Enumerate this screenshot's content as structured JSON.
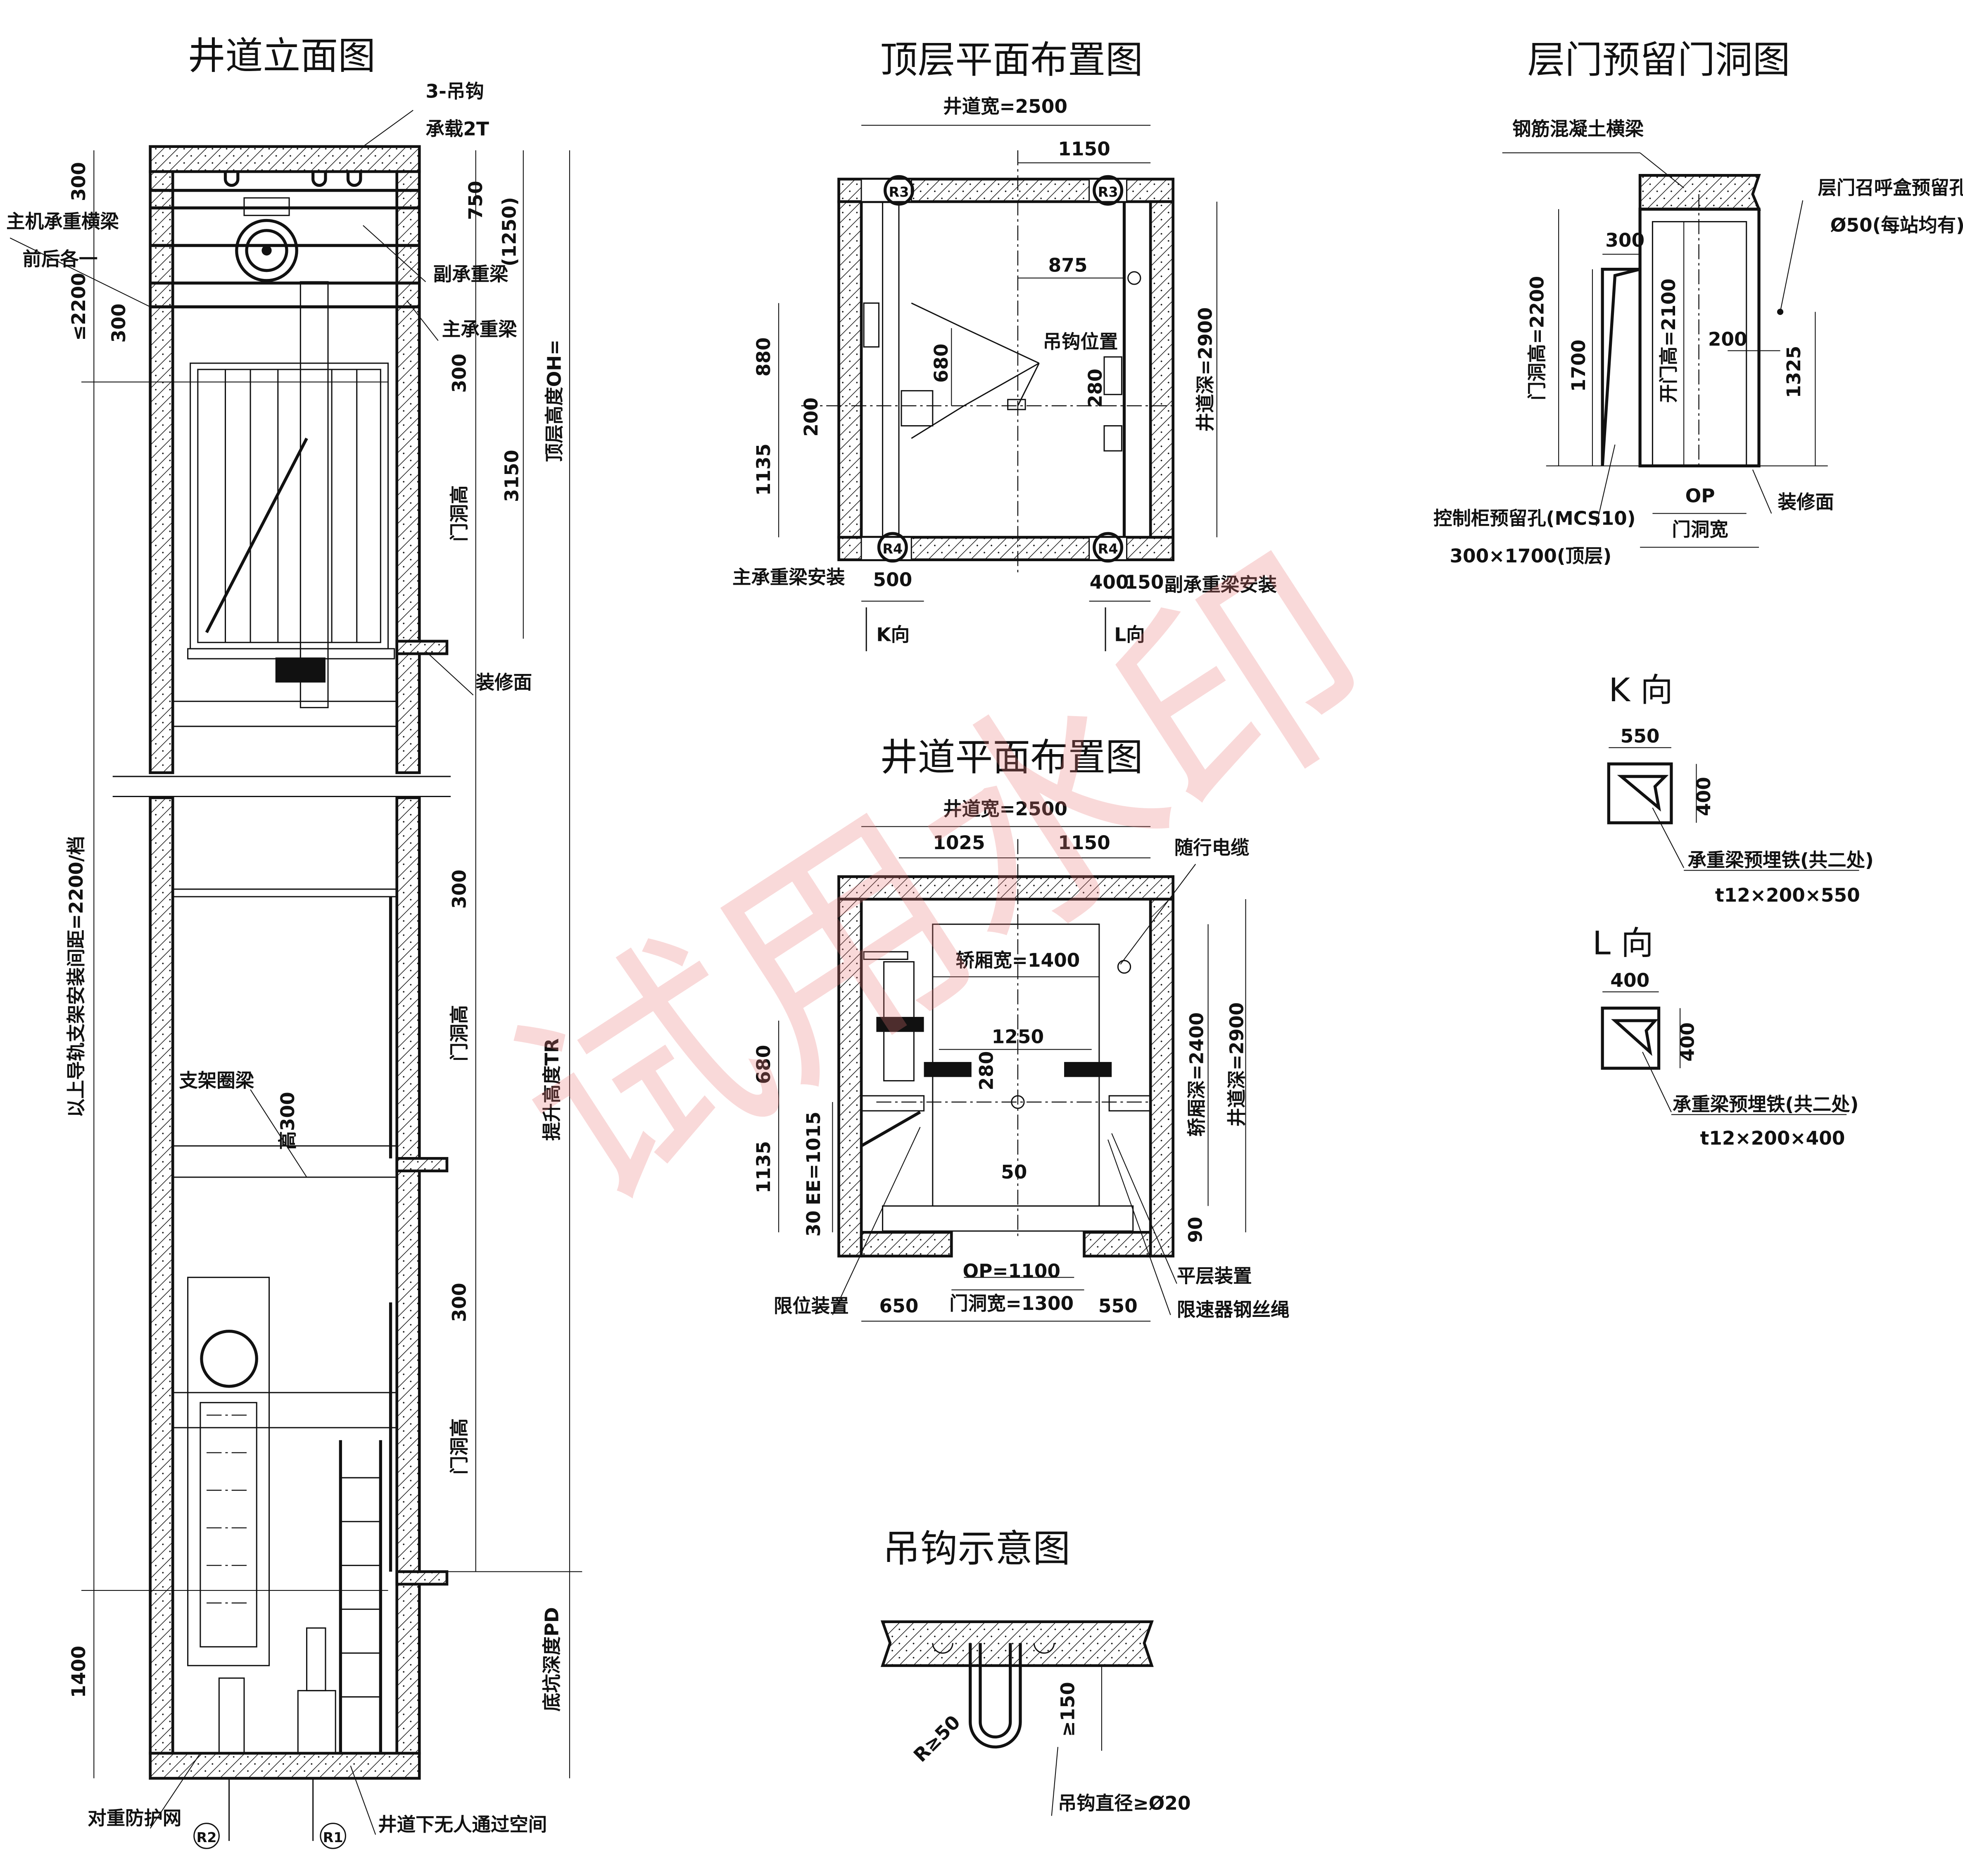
{
  "elevation": {
    "title": "井道立面图",
    "hook_label": "3-吊钩",
    "hook_load": "承载2T",
    "main_beam_label": "主机承重横梁",
    "main_beam_note": "前后各一",
    "dim_300_top": "300",
    "dim_le2200": "≤2200",
    "dim_750": "750",
    "dim_1250": "(1250)",
    "secondary_beam": "副承重梁",
    "primary_beam": "主承重梁",
    "dim_300_a": "300",
    "dim_300_b": "300",
    "door_height_1": "门洞高",
    "dim_3150": "3150",
    "overhead": "顶层高度OH=",
    "finish_face": "装修面",
    "rail_spacing": "以上导轨支架安装间距=2200/档",
    "dim_300_c": "300",
    "door_height_2": "门洞高",
    "ring_beam": "支架圈梁",
    "ring_beam_height": "高300",
    "travel": "提升高度TR",
    "dim_300_d": "300",
    "door_height_3": "门洞高",
    "dim_1400": "1400",
    "pit_depth": "底坑深度PD",
    "cw_guard": "对重防护网",
    "r2": "R2",
    "r1": "R1",
    "no_access": "井道下无人通过空间"
  },
  "top_plan": {
    "title": "顶层平面布置图",
    "shaft_width": "井道宽=2500",
    "dim_1150": "1150",
    "dim_875": "875",
    "hook_position": "吊钩位置",
    "dim_680": "680",
    "dim_280": "280",
    "dim_880": "880",
    "dim_200": "200",
    "dim_1135": "1135",
    "shaft_depth": "井道深=2900",
    "main_beam_install": "主承重梁安装",
    "dim_500": "500",
    "dim_400": "400",
    "dim_150": "150",
    "sec_beam_install": "副承重梁安装",
    "k_dir": "K向",
    "l_dir": "L向",
    "r3a": "R3",
    "r3b": "R3",
    "r4a": "R4",
    "r4b": "R4"
  },
  "shaft_plan": {
    "title": "井道平面布置图",
    "shaft_width": "井道宽=2500",
    "dim_1025": "1025",
    "dim_1150": "1150",
    "trailing_cable": "随行电缆",
    "car_width": "轿厢宽=1400",
    "dim_1250": "1250",
    "dim_280": "280",
    "dim_680": "680",
    "dim_1135": "1135",
    "ee": "EE=1015",
    "dim_30": "30",
    "dim_50": "50",
    "car_depth": "轿厢深=2400",
    "shaft_depth": "井道深=2900",
    "dim_90": "90",
    "op": "OP=1100",
    "door_width": "门洞宽=1300",
    "dim_650": "650",
    "dim_550": "550",
    "limit_device": "限位装置",
    "leveling_device": "平层装置",
    "governor_rope": "限速器钢丝绳"
  },
  "hook_diagram": {
    "title": "吊钩示意图",
    "radius": "R≥50",
    "length": "≥150",
    "diameter": "吊钩直径≥Ø20"
  },
  "door_opening": {
    "title": "层门预留门洞图",
    "rc_beam": "钢筋混凝土横梁",
    "call_box_hole": "层门召呼盒预留孔",
    "call_box_dia": "Ø50(每站均有)",
    "dim_300": "300",
    "opening_height": "门洞高=2200",
    "dim_1700": "1700",
    "door_height": "开门高=2100",
    "dim_200": "200",
    "dim_1325": "1325",
    "op": "OP",
    "opening_width": "门洞宽",
    "finish_face": "装修面",
    "cabinet_hole": "控制柜预留孔(MCS10)",
    "cabinet_size": "300×1700(顶层)"
  },
  "k_view": {
    "title": "K 向",
    "dim_550": "550",
    "dim_400": "400",
    "plate": "承重梁预埋铁(共二处)",
    "plate_size": "t12×200×550"
  },
  "l_view": {
    "title": "L 向",
    "dim_400_w": "400",
    "dim_400_h": "400",
    "plate": "承重梁预埋铁(共二处)",
    "plate_size": "t12×200×400"
  },
  "watermark": "试用水印"
}
